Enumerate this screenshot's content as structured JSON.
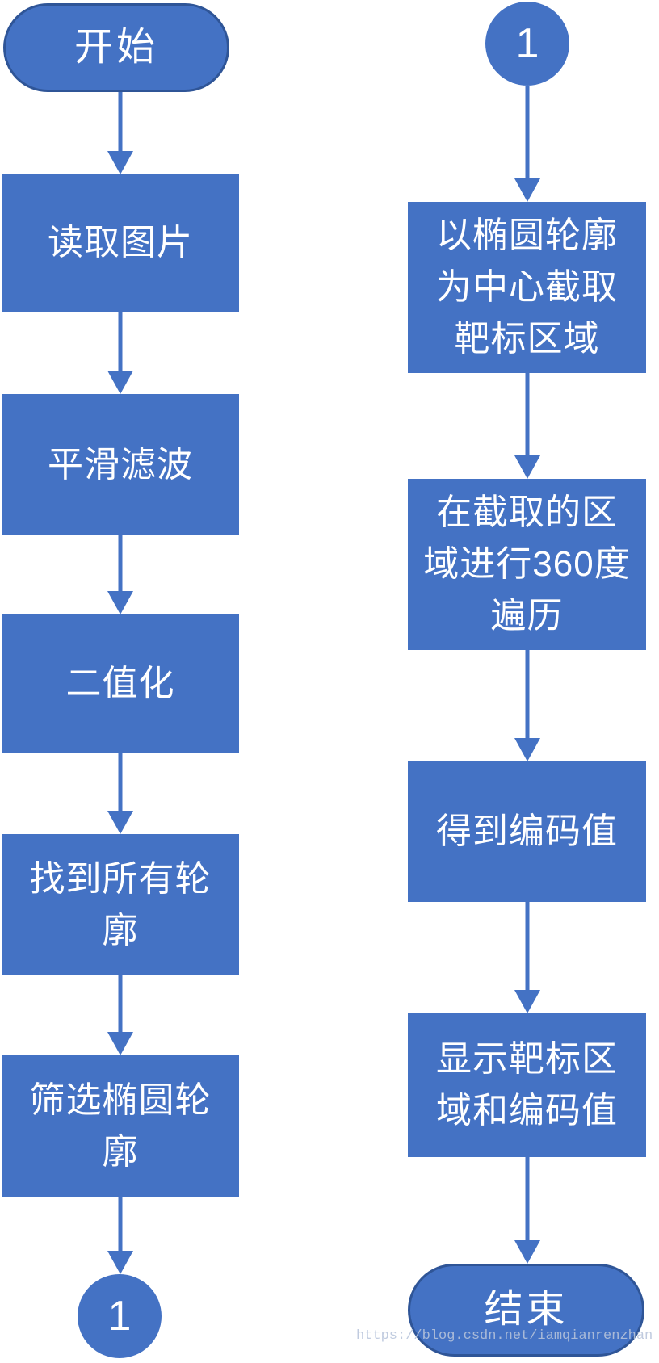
{
  "colors": {
    "node_fill": "#4472c4",
    "node_border": "#2f5597",
    "arrow": "#4472c4",
    "node_text": "#ffffff",
    "watermark_text": "#b7c4db",
    "background": "#ffffff"
  },
  "left_column": {
    "start_label": "开始",
    "steps": [
      {
        "label": "读取图片"
      },
      {
        "label": "平滑滤波"
      },
      {
        "label": "二值化"
      },
      {
        "label": "找到所有轮\n廓"
      },
      {
        "label": "筛选椭圆轮\n廓"
      }
    ],
    "connector_label": "1"
  },
  "right_column": {
    "connector_label": "1",
    "steps": [
      {
        "label": "以椭圆轮廓\n为中心截取\n靶标区域"
      },
      {
        "label": "在截取的区\n域进行360度\n遍历"
      },
      {
        "label": "得到编码值"
      },
      {
        "label": "显示靶标区\n域和编码值"
      }
    ],
    "end_label": "结束"
  },
  "watermark": {
    "text": "https://blog.csdn.net/iamqianrenzhan"
  }
}
